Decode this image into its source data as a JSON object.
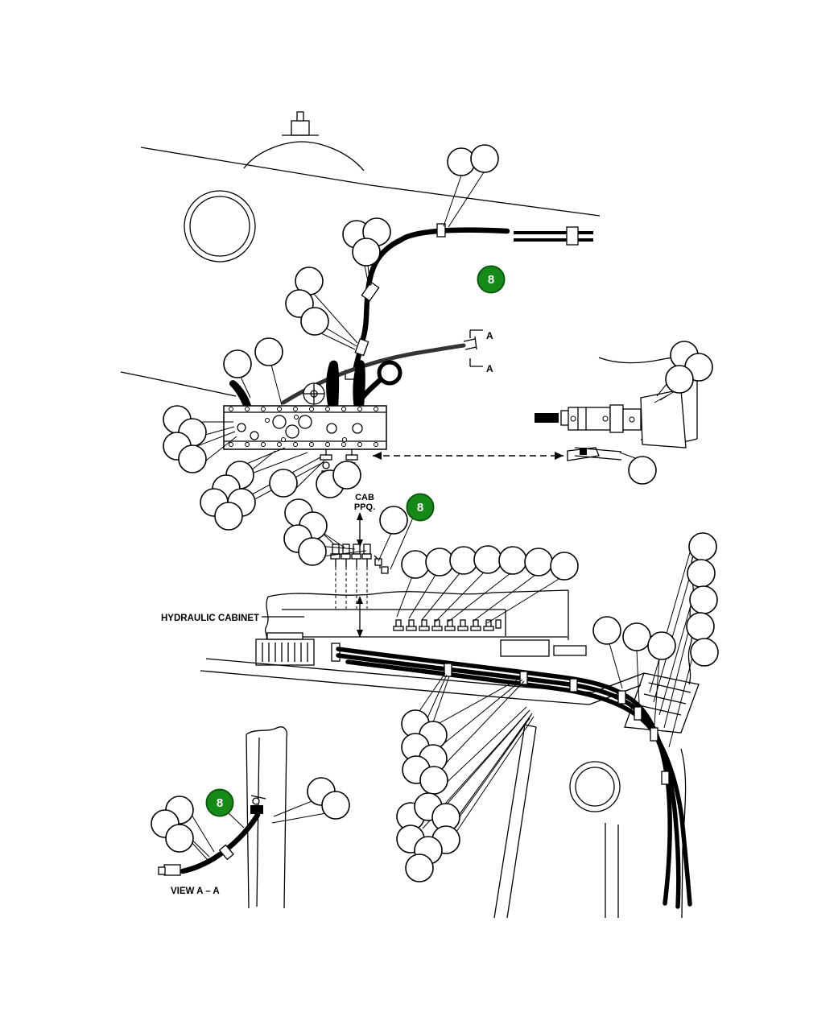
{
  "diagram": {
    "badge_number": "8",
    "labels": {
      "cab_line1": "CAB",
      "cab_line2": "PPQ.",
      "hydraulic_cabinet": "HYDRAULIC CABINET",
      "view": "VIEW A – A",
      "section_top": "A",
      "section_bottom": "A"
    },
    "colors": {
      "badge_fill": "#168a16",
      "badge_stroke": "#0b5a0b",
      "badge_text": "#ffffff",
      "ink": "#000000",
      "background": "#ffffff"
    }
  }
}
